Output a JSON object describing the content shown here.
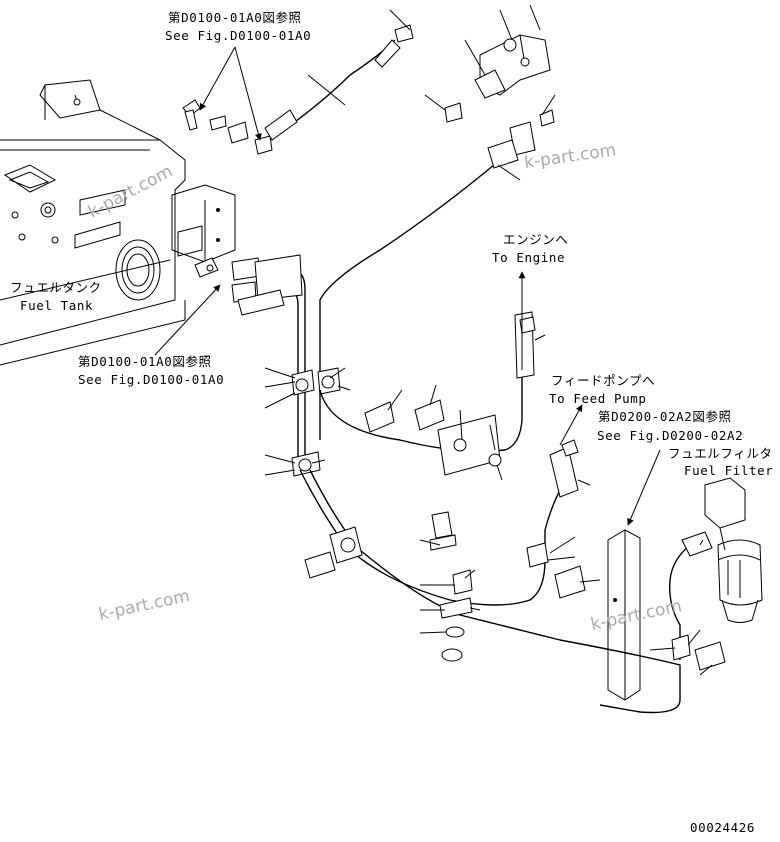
{
  "labels": {
    "ref_top_jp": "第D0100-01A0図参照",
    "ref_top_en": "See Fig.D0100-01A0",
    "fuel_tank_jp": "フュエルタンク",
    "fuel_tank_en": "Fuel Tank",
    "ref_left_jp": "第D0100-01A0図参照",
    "ref_left_en": "See Fig.D0100-01A0",
    "engine_jp": "エンジンへ",
    "engine_en": "To Engine",
    "feed_pump_jp": "フィードポンプへ",
    "feed_pump_en": "To Feed Pump",
    "ref_right_jp": "第D0200-02A2図参照",
    "ref_right_en": "See Fig.D0200-02A2",
    "fuel_filter_jp": "フュエルフィルタ",
    "fuel_filter_en": "Fuel Filter"
  },
  "watermarks": [
    "k-part.com",
    "k-part.com",
    "k-part.com",
    "k-part.com"
  ],
  "drawing_number": "00024426"
}
